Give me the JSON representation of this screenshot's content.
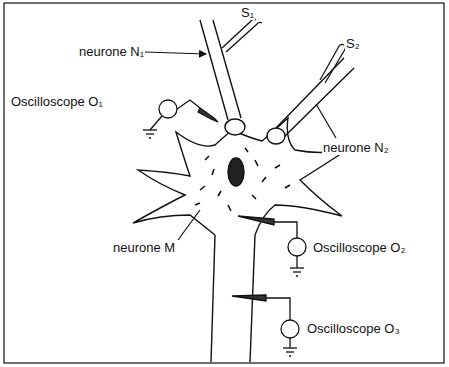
{
  "diagram": {
    "labels": [
      "S₁",
      "neurone N₁",
      "Oscilloscope O₁",
      "neurone N₂",
      "S₂",
      "neurone M",
      "Oscilloscope O₂",
      "Oscilloscope O₃"
    ]
  }
}
